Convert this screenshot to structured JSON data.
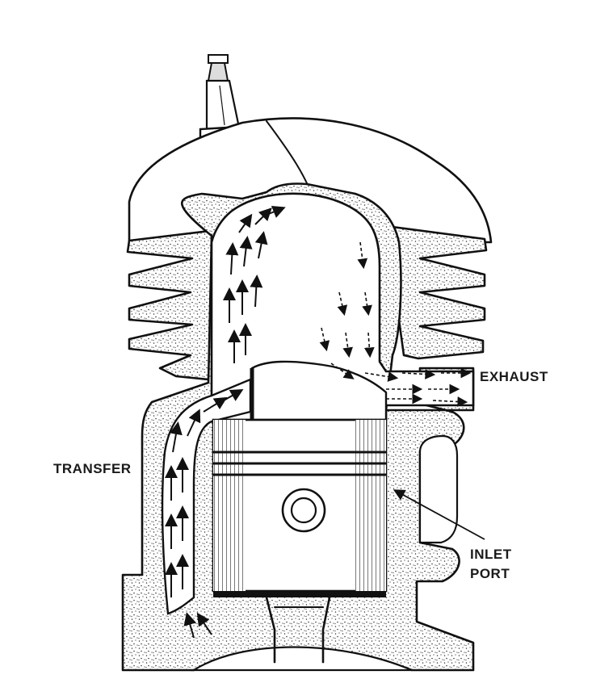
{
  "labels": {
    "transfer": "TRANSFER",
    "exhaust": "EXHAUST",
    "inlet_line1": "INLET",
    "inlet_line2": "PORT"
  },
  "colors": {
    "ink": "#111111",
    "background": "#ffffff"
  },
  "icons": [
    "spark-plug-icon",
    "piston-icon"
  ]
}
